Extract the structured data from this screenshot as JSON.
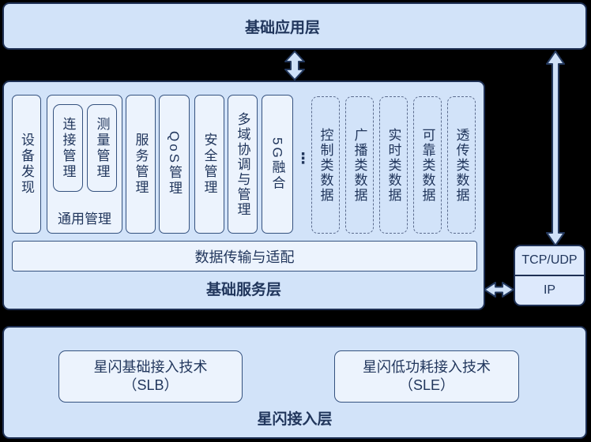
{
  "app_layer": {
    "title": "基础应用层"
  },
  "service_layer": {
    "title": "基础服务层",
    "device_discovery": "设备发现",
    "general_mgmt": {
      "title": "通用管理",
      "connection": "连接管理",
      "measurement": "测量管理"
    },
    "service_mgmt": "服务管理",
    "qos_mgmt": "QoS管理",
    "security_mgmt": "安全管理",
    "multidomain_mgmt": "多域协调与管理",
    "fusion_5g": "5G融合",
    "ellipsis": "⋮",
    "data_types": [
      "控制类数据",
      "广播类数据",
      "实时类数据",
      "可靠类数据",
      "透传类数据"
    ],
    "data_adaptation": "数据传输与适配"
  },
  "protocol_stack": {
    "tcp_udp": "TCP/UDP",
    "ip": "IP"
  },
  "access_layer": {
    "title": "星闪接入层",
    "slb": {
      "line1": "星闪基础接入技术",
      "line2": "（SLB）"
    },
    "sle": {
      "line1": "星闪低功耗接入技术",
      "line2": "（SLE）"
    }
  },
  "icons": {
    "app_service_link": "vertical-double-arrow",
    "app_tcp_link": "long-vertical-double-arrow",
    "service_tcp_link": "horizontal-double-arrow"
  },
  "colors": {
    "background": "#000000",
    "panel_fill": "#d2e3f9",
    "panel_border": "#1e3054",
    "inner_fill": "#ecf3fd",
    "inner_border": "#35527f",
    "dashed_border": "#5b6b8d",
    "text": "#21365c",
    "arrow_fill": "#cfe1f8",
    "arrow_stroke": "#24395e"
  }
}
